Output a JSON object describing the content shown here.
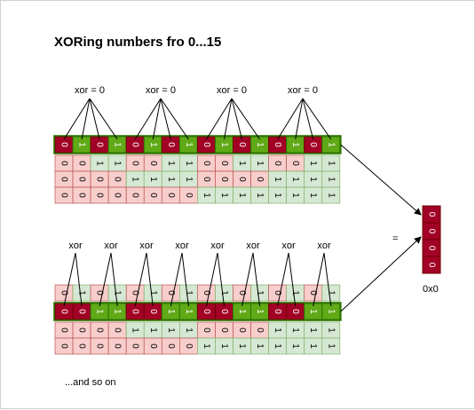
{
  "title": "XORing numbers fro 0...15",
  "footer_text": "...and so on",
  "equals_sign": "=",
  "result_label": "0x0",
  "colors": {
    "dark_red": "#a20025",
    "dark_green": "#60a917",
    "light_red": "#f8cecc",
    "light_green": "#d5e8d4",
    "light_red_border": "#b85450",
    "light_green_border": "#82b366",
    "highlight_border": "#2d7600"
  },
  "top_group": {
    "xor_labels": [
      "xor = 0",
      "xor = 0",
      "xor = 0",
      "xor = 0"
    ],
    "highlight_row": [
      "0",
      "1",
      "0",
      "1",
      "0",
      "1",
      "0",
      "1",
      "0",
      "1",
      "0",
      "1",
      "0",
      "1",
      "0",
      "1"
    ],
    "rows": [
      [
        "0",
        "0",
        "1",
        "1",
        "0",
        "0",
        "1",
        "1",
        "0",
        "0",
        "1",
        "1",
        "0",
        "0",
        "1",
        "1"
      ],
      [
        "0",
        "0",
        "0",
        "0",
        "1",
        "1",
        "1",
        "1",
        "0",
        "0",
        "0",
        "0",
        "1",
        "1",
        "1",
        "1"
      ],
      [
        "0",
        "0",
        "0",
        "0",
        "0",
        "0",
        "0",
        "0",
        "1",
        "1",
        "1",
        "1",
        "1",
        "1",
        "1",
        "1"
      ]
    ]
  },
  "bottom_group": {
    "xor_labels": [
      "xor",
      "xor",
      "xor",
      "xor",
      "xor",
      "xor",
      "xor",
      "xor"
    ],
    "top_row": [
      "0",
      "1",
      "0",
      "1",
      "0",
      "1",
      "0",
      "1",
      "0",
      "1",
      "0",
      "1",
      "0",
      "1",
      "0",
      "1"
    ],
    "highlight_row": [
      "0",
      "0",
      "1",
      "1",
      "0",
      "0",
      "1",
      "1",
      "0",
      "0",
      "1",
      "1",
      "0",
      "0",
      "1",
      "1"
    ],
    "rows": [
      [
        "0",
        "0",
        "0",
        "0",
        "1",
        "1",
        "1",
        "1",
        "0",
        "0",
        "0",
        "0",
        "1",
        "1",
        "1",
        "1"
      ],
      [
        "0",
        "0",
        "0",
        "0",
        "0",
        "0",
        "0",
        "0",
        "1",
        "1",
        "1",
        "1",
        "1",
        "1",
        "1",
        "1"
      ]
    ]
  },
  "result_column": [
    "0",
    "0",
    "0",
    "0"
  ]
}
